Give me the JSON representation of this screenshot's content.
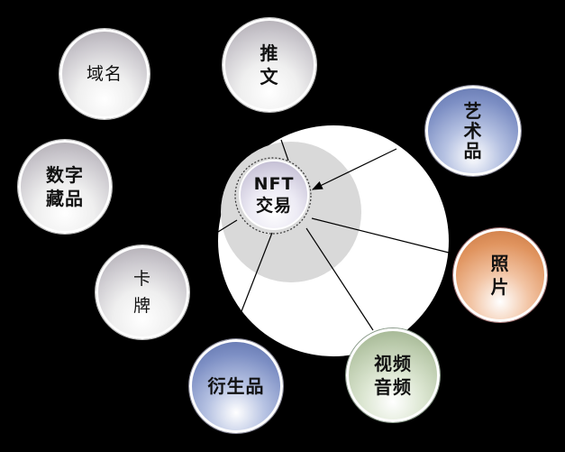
{
  "center": {
    "label": "NFT\n交易"
  },
  "nodes": [
    {
      "id": "domain",
      "label": "域名",
      "style": "grey",
      "serif": true
    },
    {
      "id": "tweet",
      "label": "推\n文",
      "style": "grey"
    },
    {
      "id": "art",
      "label": "艺\n术\n品",
      "style": "blue"
    },
    {
      "id": "collectible",
      "label": "数字\n藏品",
      "style": "grey"
    },
    {
      "id": "photo",
      "label": "照\n片",
      "style": "orange"
    },
    {
      "id": "card",
      "label": "卡\n牌",
      "style": "grey",
      "serif": true
    },
    {
      "id": "derivative",
      "label": "衍生品",
      "style": "blue"
    },
    {
      "id": "media",
      "label": "视频\n音频",
      "style": "green"
    }
  ],
  "colors": {
    "background": "#000000",
    "halo": "#ffffff",
    "inner_halo": "#d9d9d9",
    "connector": "#000000",
    "blue": "#7d8fc4",
    "orange": "#e0945f",
    "green": "#b9c9aa",
    "grey": "#c9c6cc"
  }
}
